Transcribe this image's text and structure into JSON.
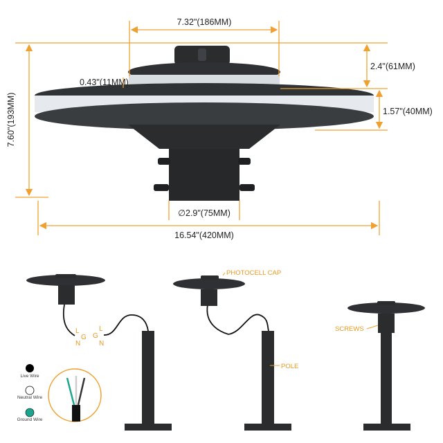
{
  "colors": {
    "accent": "#f0a030",
    "fixture": "#2a2c2e",
    "ground": "#1aa58f"
  },
  "dimensions": {
    "top_width": "7.32\"(186MM)",
    "lens_height": "0.43\"(11MM)",
    "top_height": "2.4\"(61MM)",
    "ring_height": "1.57\"(40MM)",
    "total_height": "7.60\"(193MM)",
    "slip_fitter": "∅2.9\"(75MM)",
    "total_width": "16.54\"(420MM)"
  },
  "callouts": {
    "photocell": "PHOTOCELL CAP",
    "screws": "SCREWS",
    "pole": "POLE"
  },
  "wires": {
    "left": {
      "l": "L",
      "g": "G",
      "n": "N"
    },
    "right": {
      "l": "L",
      "g": "G",
      "n": "N"
    }
  },
  "legend": [
    {
      "label": "Live Wire",
      "color": "#000000"
    },
    {
      "label": "Neutral Wire",
      "color": "#ffffff"
    },
    {
      "label": "Ground Wire",
      "color": "#1aa58f"
    }
  ]
}
